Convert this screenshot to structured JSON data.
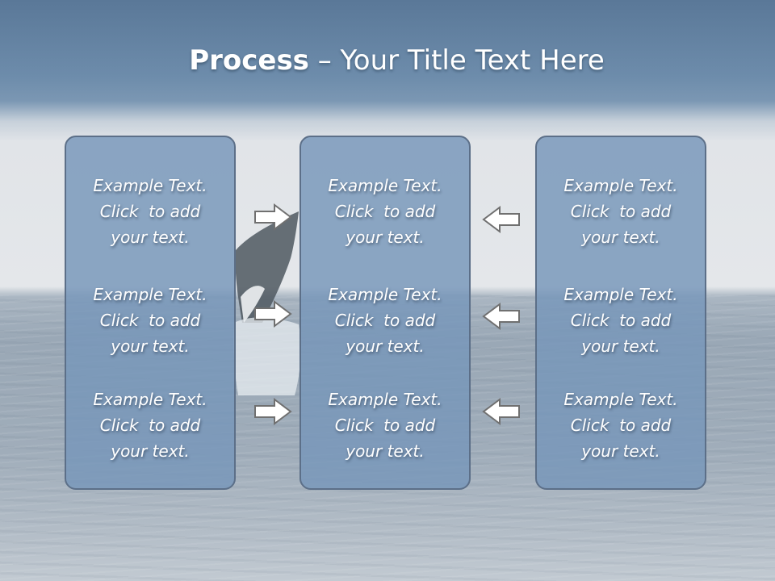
{
  "slide": {
    "title_bold": "Process",
    "title_rest": " – Your Title Text Here"
  },
  "columns": [
    {
      "items": [
        {
          "line1": "Example Text.",
          "line2": "Click  to add",
          "line3": "your text."
        },
        {
          "line1": "Example Text.",
          "line2": "Click  to add",
          "line3": "your text."
        },
        {
          "line1": "Example Text.",
          "line2": "Click  to add",
          "line3": "your text."
        }
      ]
    },
    {
      "items": [
        {
          "line1": "Example Text.",
          "line2": "Click  to add",
          "line3": "your text."
        },
        {
          "line1": "Example Text.",
          "line2": "Click  to add",
          "line3": "your text."
        },
        {
          "line1": "Example Text.",
          "line2": "Click  to add",
          "line3": "your text."
        }
      ]
    },
    {
      "items": [
        {
          "line1": "Example Text.",
          "line2": "Click  to add",
          "line3": "your text."
        },
        {
          "line1": "Example Text.",
          "line2": "Click  to add",
          "line3": "your text."
        },
        {
          "line1": "Example Text.",
          "line2": "Click  to add",
          "line3": "your text."
        }
      ]
    }
  ],
  "icons": {
    "left_arrows": "arrow-right-icon",
    "right_arrows": "arrow-left-icon"
  },
  "colors": {
    "box_fill": "#7696ba",
    "box_border": "#5c6f88",
    "arrow_fill": "#ffffff",
    "arrow_stroke": "#707070"
  }
}
